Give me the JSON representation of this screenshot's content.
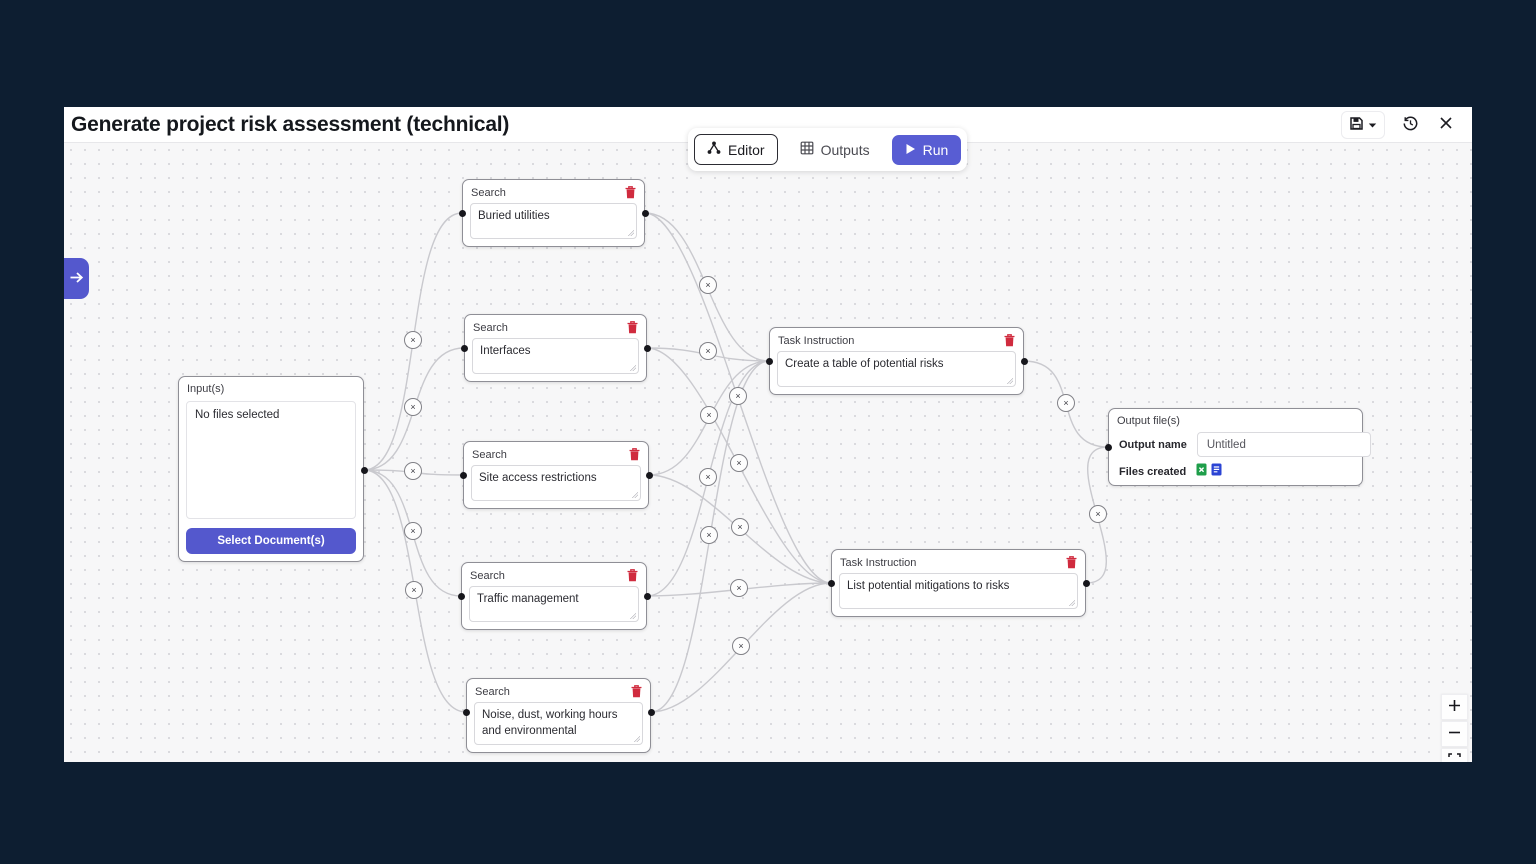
{
  "colors": {
    "page_bg": "#0d1e31",
    "accent": "#5458cd",
    "run_button": "#585dd3",
    "danger": "#d02b3e",
    "canvas_bg": "#f7f7f8",
    "edge": "#c9c9ce",
    "spreadsheet_icon_green": "#1e9e4a",
    "document_icon_blue": "#2b44d4"
  },
  "titlebar": {
    "title": "Generate project risk assessment (technical)"
  },
  "toolbar": {
    "editor": "Editor",
    "outputs": "Outputs",
    "run": "Run"
  },
  "nodes": {
    "input": {
      "title": "Input(s)",
      "empty_text": "No files selected",
      "button": "Select Document(s)"
    },
    "searches": [
      {
        "title": "Search",
        "query": "Buried utilities"
      },
      {
        "title": "Search",
        "query": "Interfaces"
      },
      {
        "title": "Search",
        "query": "Site access restrictions"
      },
      {
        "title": "Search",
        "query": "Traffic management"
      },
      {
        "title": "Search",
        "query": "Noise, dust, working hours and environmental"
      }
    ],
    "tasks": [
      {
        "title": "Task Instruction",
        "instruction": "Create a table of potential risks"
      },
      {
        "title": "Task Instruction",
        "instruction": "List potential mitigations to risks"
      }
    ],
    "output": {
      "title": "Output file(s)",
      "name_label": "Output name",
      "name_value": "Untitled",
      "files_label": "Files created"
    }
  }
}
